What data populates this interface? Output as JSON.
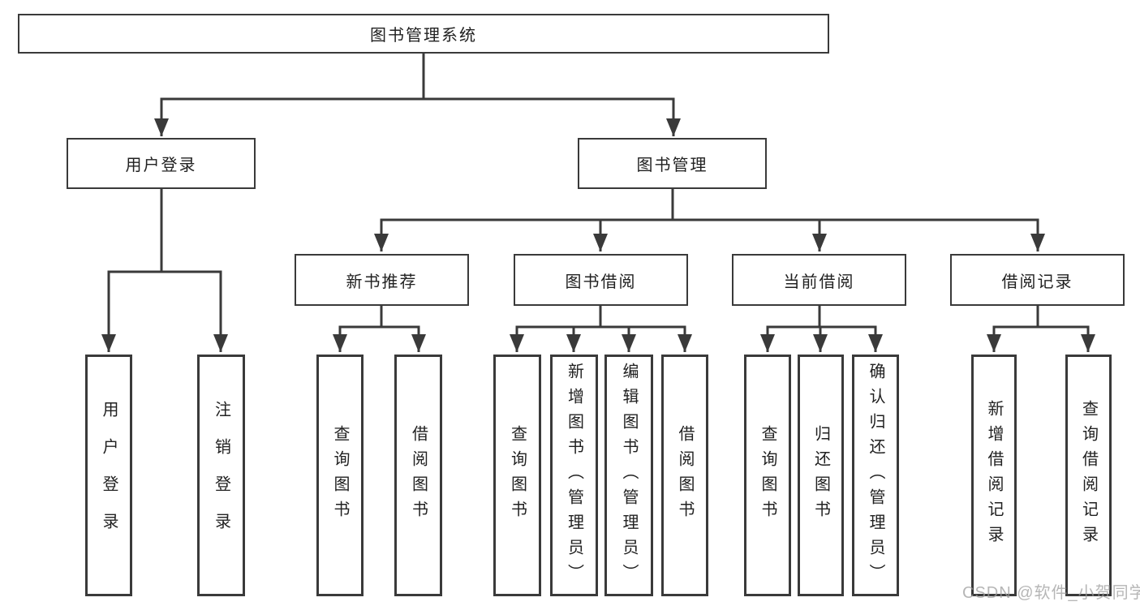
{
  "colors": {
    "line": "#3a3a3a",
    "text": "#212121",
    "background": "#ffffff",
    "watermark": "#9e9e9e"
  },
  "tree": {
    "root": {
      "label": "图书管理系统"
    },
    "branches": [
      {
        "label": "用户登录",
        "children": [
          {
            "label": "用户登录"
          },
          {
            "label": "注销登录"
          }
        ]
      },
      {
        "label": "图书管理",
        "sections": [
          {
            "label": "新书推荐",
            "children": [
              {
                "label": "查询图书"
              },
              {
                "label": "借阅图书"
              }
            ]
          },
          {
            "label": "图书借阅",
            "children": [
              {
                "label": "查询图书"
              },
              {
                "label": "新增图书（管理员）"
              },
              {
                "label": "编辑图书（管理员）"
              },
              {
                "label": "借阅图书"
              }
            ]
          },
          {
            "label": "当前借阅",
            "children": [
              {
                "label": "查询图书"
              },
              {
                "label": "归还图书"
              },
              {
                "label": "确认归还（管理员）"
              }
            ]
          },
          {
            "label": "借阅记录",
            "children": [
              {
                "label": "新增借阅记录"
              },
              {
                "label": "查询借阅记录"
              }
            ]
          }
        ]
      }
    ]
  },
  "watermark": {
    "text": "CSDN @软件_小贺同学"
  }
}
